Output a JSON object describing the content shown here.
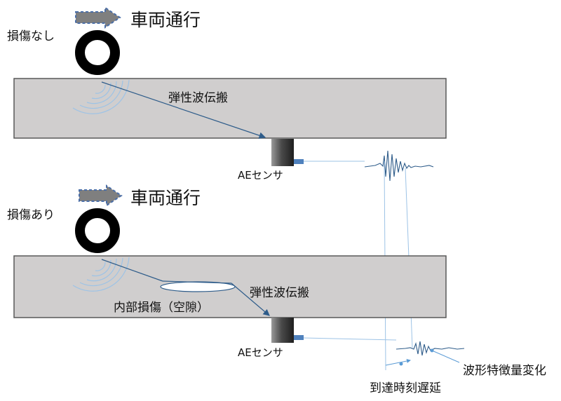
{
  "scenarios": [
    {
      "condition": "損傷なし",
      "traffic": "車両通行",
      "propagation": "弾性波伝搬",
      "sensor": "AEセンサ"
    },
    {
      "condition": "損傷あり",
      "traffic": "車両通行",
      "propagation": "弾性波伝搬",
      "sensor": "AEセンサ",
      "damage": "内部損傷（空隙）"
    }
  ],
  "annotations": {
    "arrival_delay": "到達時刻遅延",
    "waveform_change": "波形特徴量変化"
  },
  "colors": {
    "slab_fill": "#d0cece",
    "slab_stroke": "#595959",
    "arrow_fill": "#7f7f7f",
    "arrow_stroke": "#4a6ea8",
    "wave_line": "#2e5c8a",
    "guide_line": "#9dc3e6",
    "sensor_connector": "#4f81bd"
  }
}
